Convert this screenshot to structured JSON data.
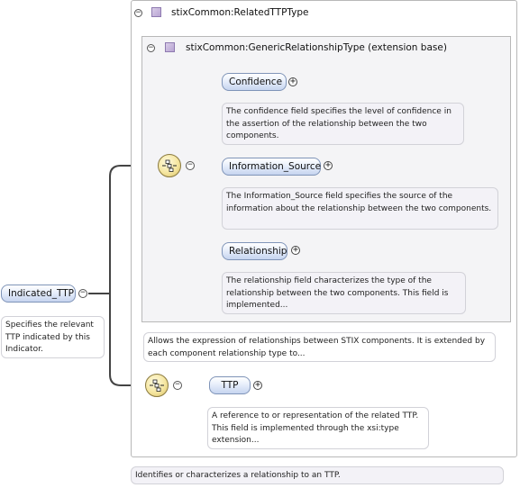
{
  "outer_type": {
    "label": "stixCommon:RelatedTTPType",
    "icon": "complex-type-icon"
  },
  "inner_type": {
    "label": "stixCommon:GenericRelationshipType (extension base)",
    "icon": "complex-type-icon"
  },
  "root": {
    "label": "Indicated_TTP",
    "doc": "Specifies the relevant TTP indicated by this Indicator."
  },
  "inner_elements": [
    {
      "label": "Confidence",
      "doc": "The confidence field specifies the level of confidence in the assertion of the relationship between the two components."
    },
    {
      "label": "Information_Source",
      "doc": "The Information_Source field specifies the source of the information about the relationship between the two components."
    },
    {
      "label": "Relationship",
      "doc": "The relationship field characterizes the type of the relationship between the two components. This field is implemented..."
    }
  ],
  "inner_type_doc": "Allows the expression of relationships between STIX components. It is extended by each component relationship type to...",
  "ttp": {
    "label": "TTP",
    "doc": "A reference to or representation of the related TTP. This field is implemented through the xsi:type extension..."
  },
  "outer_type_doc": "Identifies or characterizes a relationship to an TTP.",
  "colors": {
    "node_border": "#7f94b8",
    "node_fill": "#c6d4ef",
    "sequence_fill": "#f5e6a0",
    "doc_fill": "#f3f2f7"
  }
}
